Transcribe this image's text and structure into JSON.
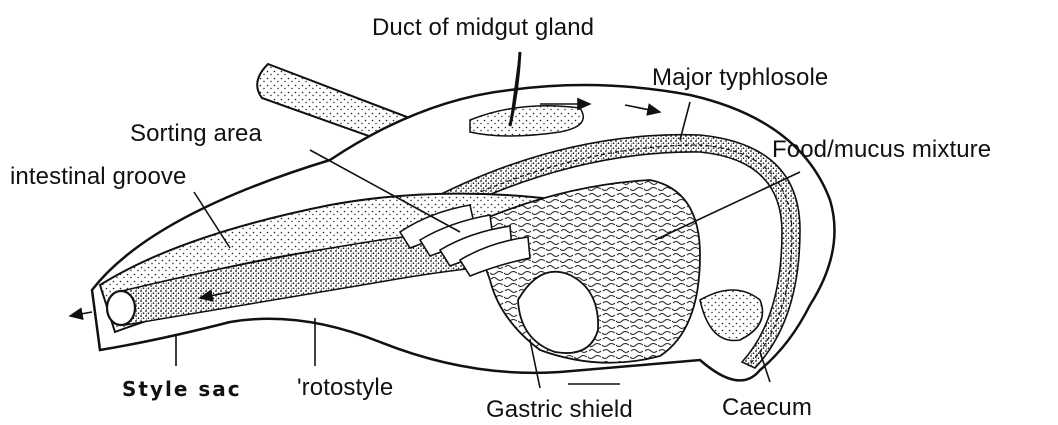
{
  "labels": {
    "duct_of_midgut_gland": "Duct of midgut gland",
    "major_typhlosole": "Major typhlosole",
    "sorting_area": "Sorting area",
    "food_mucus_mixture": "Food/mucus mixture",
    "intestinal_groove": "intestinal groove",
    "style_sac": "Style sac",
    "protostyle": "'rotostyle",
    "gastric_shield": "Gastric shield",
    "caecum": "Caecum"
  }
}
